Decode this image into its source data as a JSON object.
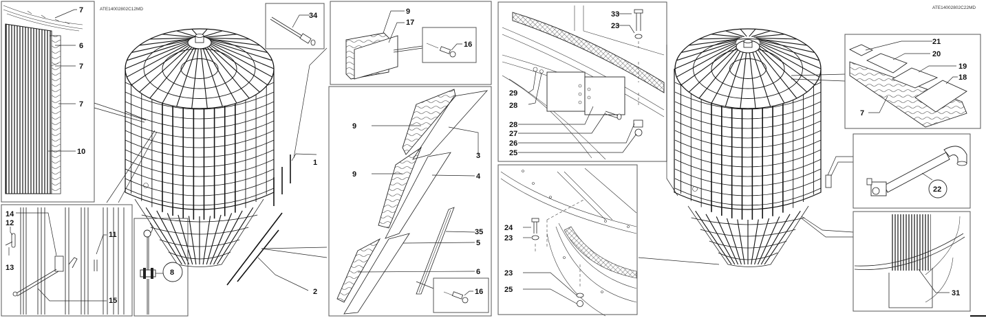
{
  "diagram": {
    "type": "exploded-parts-diagram",
    "subject": "silo / bin with conical hopper",
    "drawing_codes": {
      "left": "ATE14002802C12MD",
      "right": "ATE14002802C22MD"
    },
    "panels": {
      "left_wall_detail": {
        "callouts": [
          "7",
          "6",
          "7",
          "7",
          "10"
        ]
      },
      "left_silo": {
        "callouts": [
          "1",
          "2"
        ]
      },
      "rivet_detail": {
        "callouts": [
          "34"
        ]
      },
      "bracket_detail": {
        "callouts": [
          "14",
          "12",
          "13",
          "11",
          "15"
        ]
      },
      "hanger_detail": {
        "callouts": [
          "8"
        ]
      },
      "panel_insulation_detail": {
        "callouts": [
          "9",
          "17",
          "16"
        ]
      },
      "wall_layers_detail": {
        "callouts": [
          "9",
          "3",
          "9",
          "4",
          "35",
          "5",
          "6",
          "16"
        ]
      },
      "ring_joint_detail": {
        "callouts": [
          "33",
          "23",
          "29",
          "28",
          "28",
          "27",
          "26",
          "25"
        ]
      },
      "hopper_ring_detail": {
        "callouts": [
          "24",
          "23",
          "23",
          "25"
        ]
      },
      "roof_layers_detail": {
        "callouts": [
          "21",
          "20",
          "19",
          "18",
          "7"
        ]
      },
      "pipe_detail": {
        "callouts": [
          "22"
        ]
      },
      "base_skirt_detail": {
        "callouts": [
          "31"
        ]
      }
    }
  }
}
